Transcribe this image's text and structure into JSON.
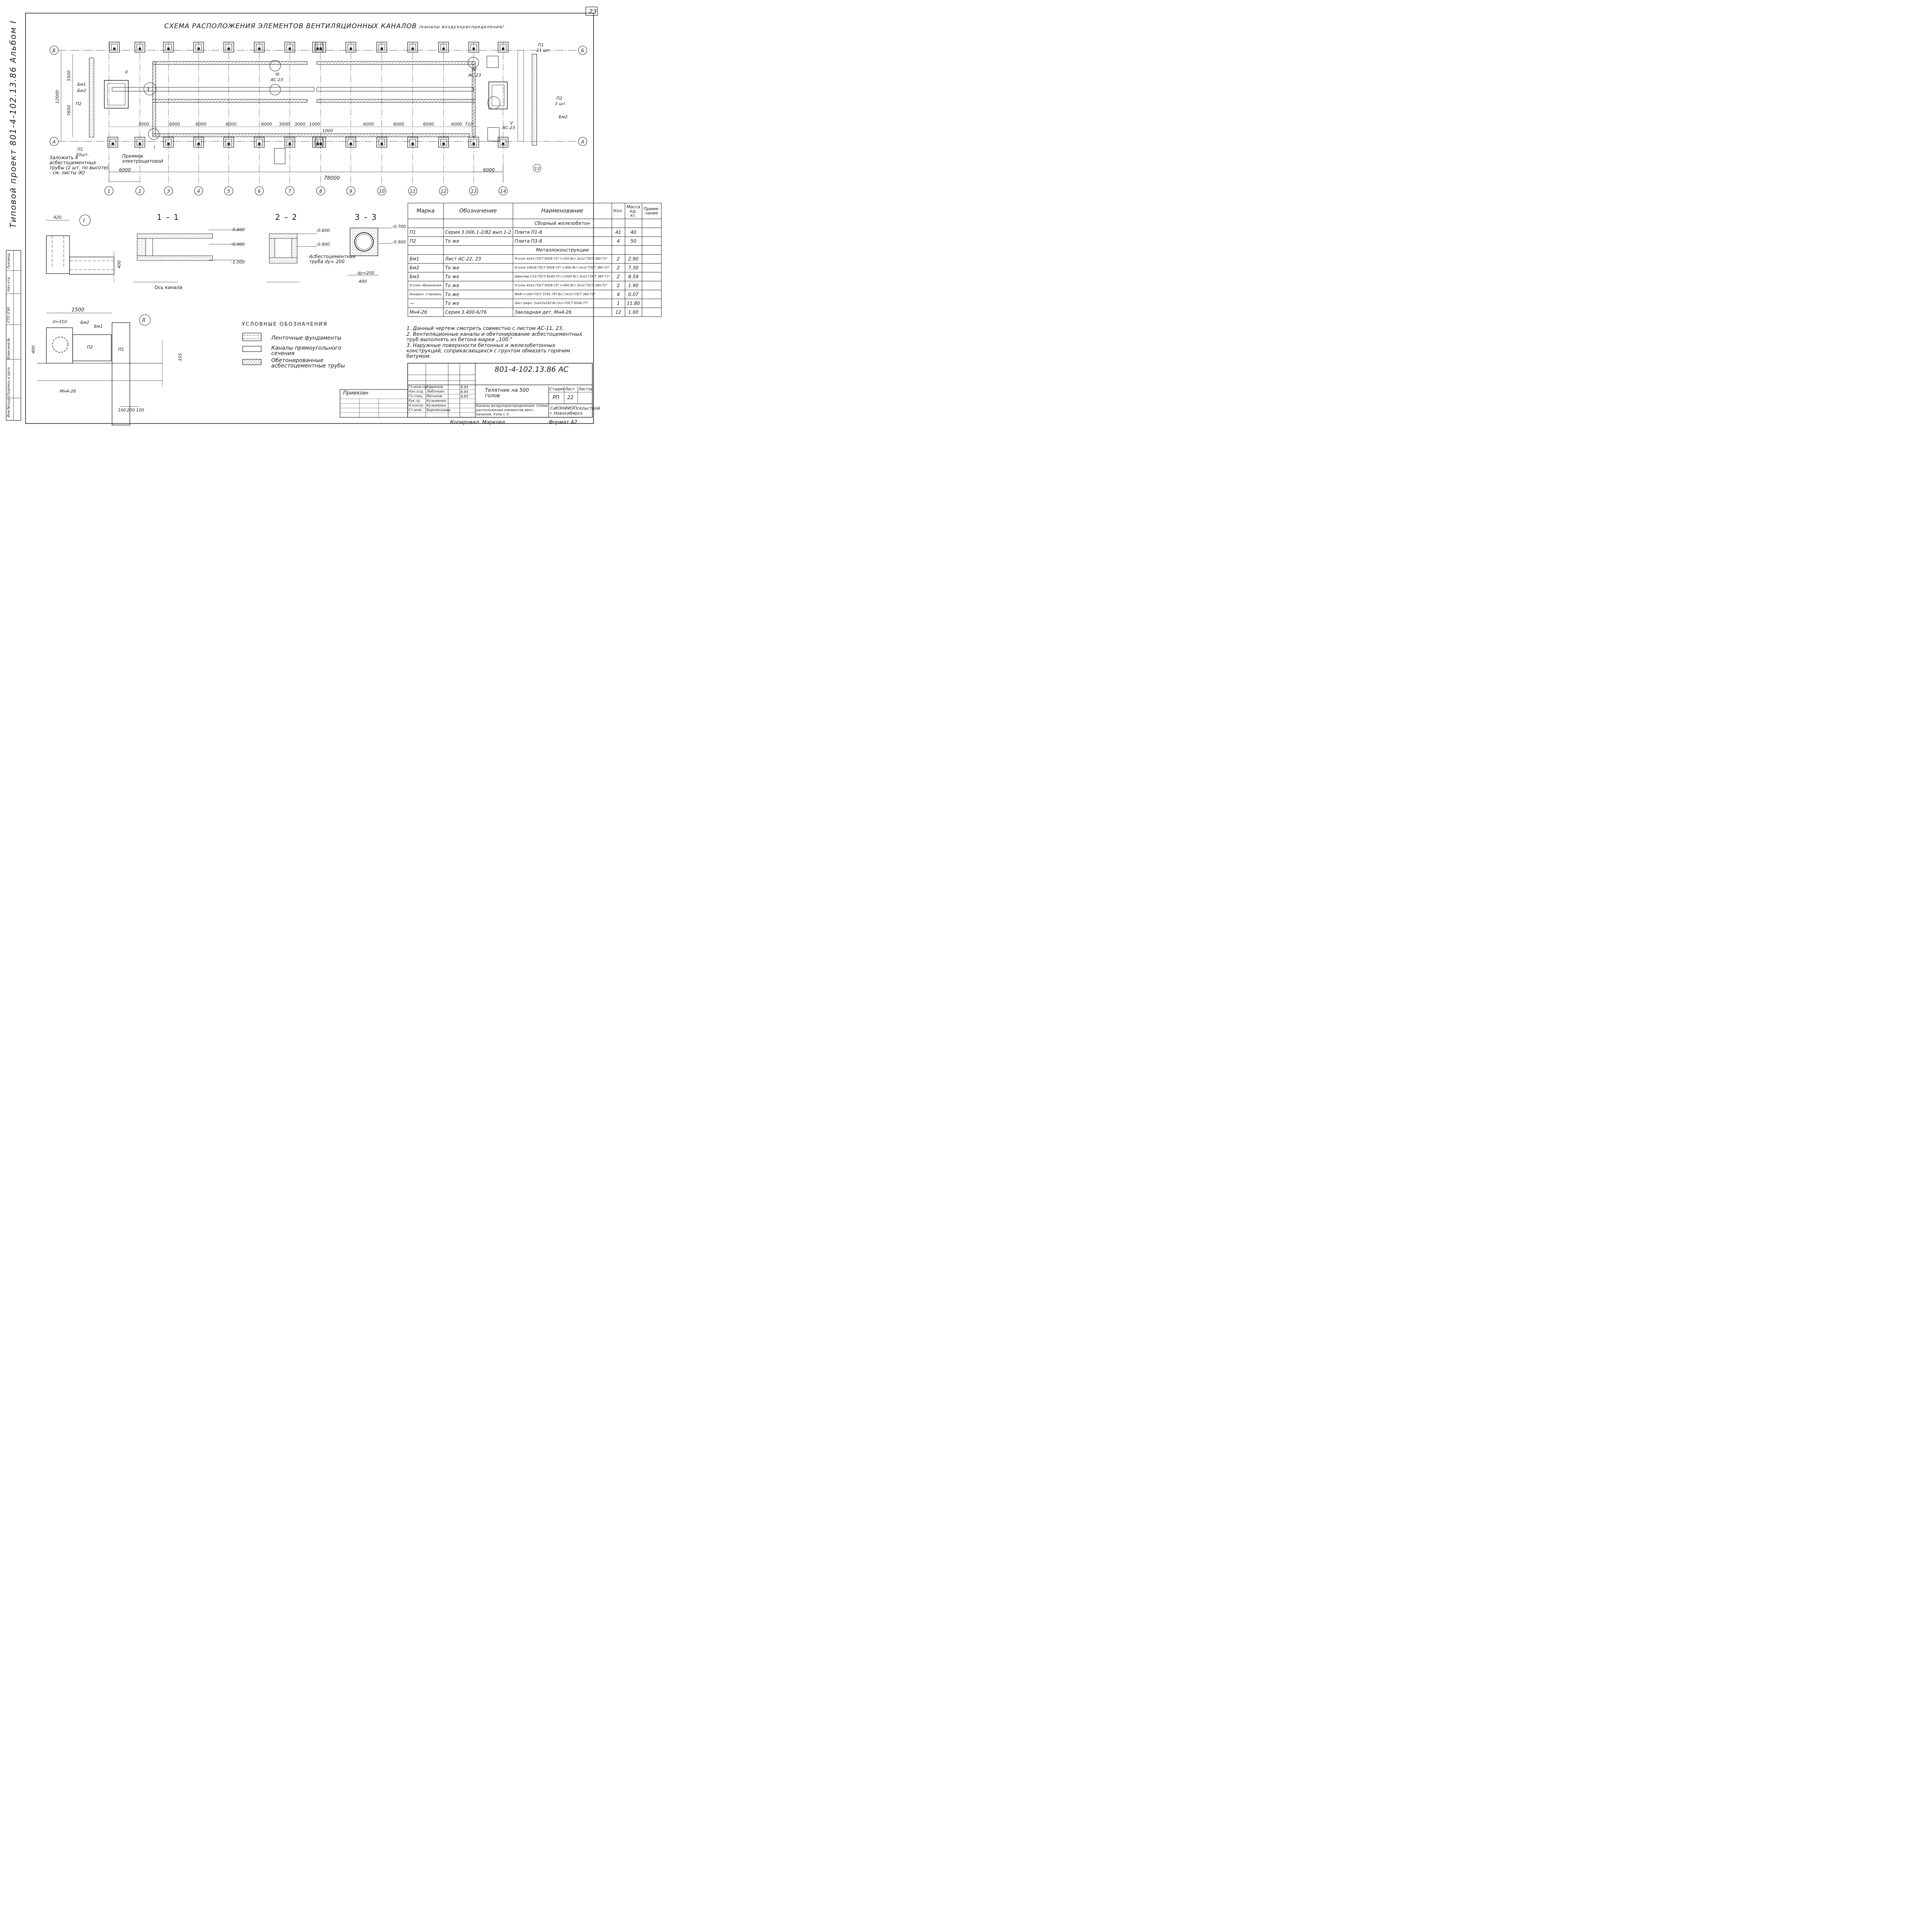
{
  "sheet": {
    "page_number": "23",
    "side_text": "Типовой проект 801-4-102.13.86 Альбом I",
    "title": "СХЕМА РАСПОЛОЖЕНИЯ ЭЛЕМЕНТОВ ВЕНТИЛЯЦИОННЫХ КАНАЛОВ",
    "title_suffix": "/каналы воздухораспределения/"
  },
  "plan": {
    "axis_letters": [
      "Б",
      "А"
    ],
    "axis_numbers": [
      "1",
      "2",
      "3",
      "4",
      "5",
      "6",
      "7",
      "8",
      "9",
      "10",
      "11",
      "12",
      "13",
      "14"
    ],
    "spans": [
      "3000",
      "6000",
      "6000",
      "6000",
      "6000",
      "3000",
      "3000",
      "1000",
      "1000",
      "6000",
      "6000",
      "6000",
      "6000",
      "710"
    ],
    "overall_dimension": "78000",
    "dim_6000_left": "6000",
    "dim_6000_right": "6000",
    "left_dims": [
      "5500",
      "7600",
      "12000"
    ],
    "callouts": [
      "II",
      "III",
      "IV",
      "V",
      "АС-23",
      "АС-23",
      "АС-23",
      "I"
    ],
    "left_labels": {
      "bm1": "Бм1",
      "bm2": "Бм2",
      "p2": "П2",
      "p1": "П1",
      "p1_qty": "20шт.",
      "note": "Заложить 4 асбестоцементных трубы (2 шт. по высоте) - см. листы ЭО",
      "pit": "Приямок электрощитовой"
    },
    "right_labels": {
      "p1": "П1",
      "p1_qty": "21 шт.",
      "p2": "П2",
      "p2_qty": "3 шт.",
      "bm2": "Бм2"
    }
  },
  "details": {
    "node1_label": "I",
    "node1_dim": "420",
    "node1_dim_h": "400",
    "node2_label": "II",
    "node2_dims": {
      "w": "1500",
      "d": "d=310",
      "b": "100",
      "h1": "400",
      "h2": "355",
      "bottom": [
        "100",
        "200",
        "100"
      ]
    },
    "node2_parts": {
      "bm1": "Бм1",
      "bm2": "Бм2",
      "p2": "П2",
      "p1": "П1",
      "mn": "Мн4-26"
    },
    "section_1_1": "1 – 1",
    "section_2_2": "2 – 2",
    "section_3_3": "3 – 3",
    "levels": [
      "-0.600",
      "-0.900",
      "-1.000",
      "-0.600",
      "-0.900",
      "-0.700",
      "-0.900"
    ],
    "pipe_note": "Асбестоцементная труба dy= 200",
    "axis_note": "Ось канала",
    "dy": "dy=200",
    "sec3_width": "400"
  },
  "spec": {
    "headers": [
      "Марка",
      "Обозначение",
      "Наименование",
      "Кол.",
      "Масса ед. кг.",
      "Приме-чание"
    ],
    "rows": [
      {
        "type": "section",
        "text": "Сборный железобетон"
      },
      {
        "mark": "П1",
        "code": "Серия 3.006.1-2/82 вып.1-2",
        "name": "Плита П1-8",
        "qty": "41",
        "mass": "40",
        "note": ""
      },
      {
        "mark": "П2",
        "code": "То же",
        "name": "Плита П3-8",
        "qty": "4",
        "mass": "50",
        "note": ""
      },
      {
        "type": "section",
        "text": "Металлоконструкции"
      },
      {
        "mark": "Бм1",
        "code": "Лист АС-22, 23",
        "name": "Уголок 63х5 ГОСТ 8509-72* l=520 Вст.3кп2 ГОСТ 380-71*",
        "qty": "2",
        "mass": "2.90",
        "note": ""
      },
      {
        "mark": "Бм2",
        "code": "То же",
        "name": "Уголок 100х8 ГОСТ 8509-72* l=800 Вст.3кп2 ГОСТ 380-71*",
        "qty": "2",
        "mass": "7.30",
        "note": ""
      },
      {
        "mark": "Бм3",
        "code": "То же",
        "name": "Швеллер С10 ГОСТ 8240-72 l=1000 Вст.3кп2 ГОСТ 380-71*",
        "qty": "2",
        "mass": "8.59",
        "note": ""
      },
      {
        "mark": "Уголок обрамления",
        "code": "То же",
        "name": "Уголок 63х5 ГОСТ 8509-72* l=400 Вст.3кп2 ГОСТ 380-71*",
        "qty": "2",
        "mass": "1.90",
        "note": ""
      },
      {
        "mark": "Анкерыч. стержень",
        "code": "То же",
        "name": "Ф6АI l=300 ГОСТ 5781-75* Вст.3кп2 ГОСТ 380-71*",
        "qty": "4",
        "mass": "0.07",
        "note": ""
      },
      {
        "mark": "—",
        "code": "То же",
        "name": "Лист рифл. 5х410х350 Вст3сп ГОСТ 8568-77*",
        "qty": "1",
        "mass": "11.80",
        "note": ""
      },
      {
        "mark": "Мн4-26",
        "code": "Серия 3.400-6/76",
        "name": "Закладная дет. Мн4-26",
        "qty": "12",
        "mass": "1.00",
        "note": ""
      }
    ]
  },
  "notes": [
    "1. Данный чертеж смотреть совместно с листом АС-11, 23.",
    "2. Вентиляционные каналы и обетонирование асбестоцементных труб выполнять из бетона марки „100.\"",
    "3. Наружные поверхности бетонных и железобетонных конструкций, соприкасающихся с грунтом обмазать горячим битумом."
  ],
  "legend": {
    "title": "УСЛОВНЫЕ ОБОЗНАЧЕНИЯ",
    "items": [
      "Ленточные фундаменты",
      "Каналы прямоугольного сечения",
      "Обетонированные асбестоцементные трубы"
    ]
  },
  "title_block": {
    "code": "801-4-102.13.86",
    "suffix": "АС",
    "attached": "Привязан",
    "roles": [
      "Гл.инж.пр.",
      "Нач.отд.",
      "Гл.спец.",
      "Рук.гр.",
      "Н.контр.",
      "Ст.инж."
    ],
    "names": [
      "Ефремов",
      "Лебочкин",
      "Мачалов",
      "Кузьменко",
      "Кузьменко",
      "Березенцева"
    ],
    "dates": [
      "8.85",
      "8.85",
      "8.85"
    ],
    "object": "Телятник на 500 голов",
    "sheet_title": "Каналы воздухораспределения. Схема расположения элементов вент. каналов. Узлы I, II.",
    "stage_hdr": "Стадия",
    "sheet_hdr": "Лист",
    "sheets_hdr": "Листов",
    "stage": "РП",
    "sheet": "22",
    "org": "СибЗНИИЭПсельстрой г.Новосибирск",
    "copied": "Копировал: Маркова",
    "format": "Формат А2"
  },
  "left_stamp": [
    "Инв.№подл.",
    "Подпись и дата",
    "Взам.инв.№",
    "СТО (ГИ)",
    "Нач.отд.",
    "Руковод."
  ]
}
